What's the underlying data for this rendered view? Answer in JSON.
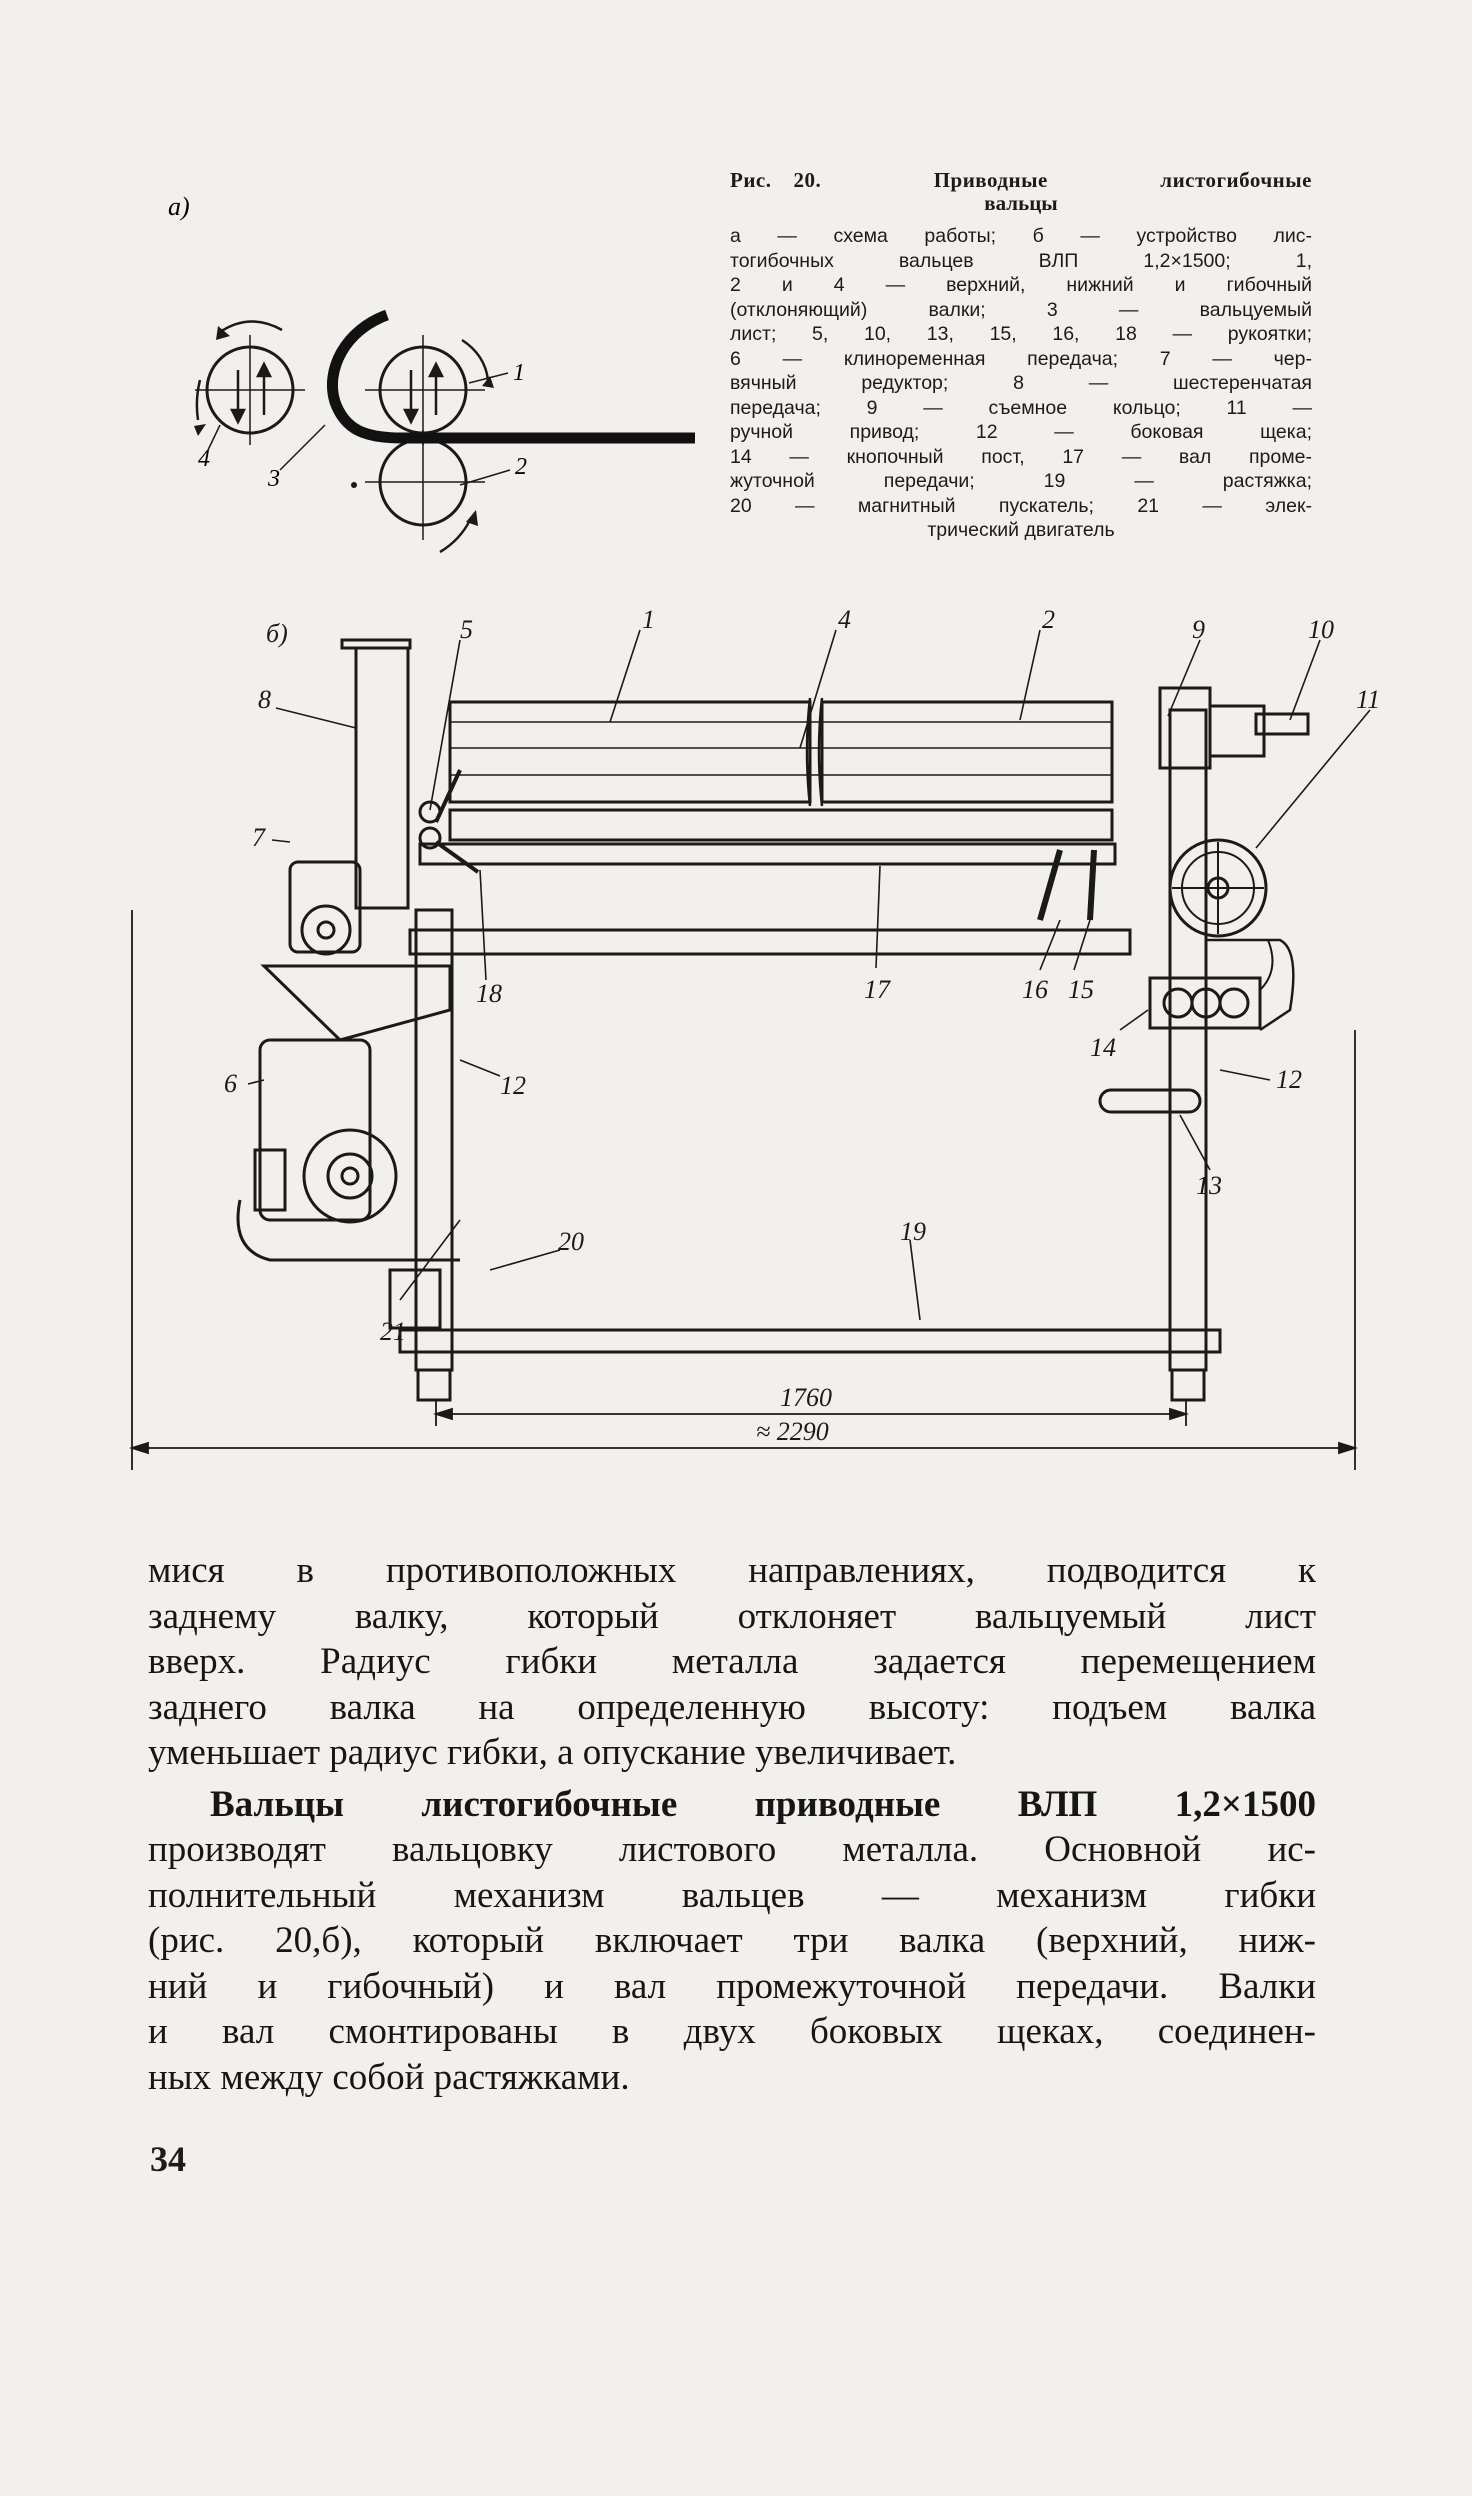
{
  "caption": {
    "title_prefix": "Рис.",
    "title_number": "20.",
    "title_word1": "Приводные",
    "title_word2": "листогибочные",
    "title_line2": "вальцы",
    "lines": [
      "а — схема работы; б — устройство лис-",
      "тогибочных вальцев ВЛП 1,2×1500; 1,",
      "2 и 4 — верхний, нижний и гибочный",
      "(отклоняющий) валки; 3 — вальцуемый",
      "лист; 5, 10, 13, 15, 16, 18 — рукоятки;",
      "6 — клиноременная передача; 7 — чер-",
      "вячный редуктор; 8 — шестеренчатая",
      "передача; 9 — съемное кольцо; 11 —",
      "ручной привод; 12 — боковая щека;",
      "14 — кнопочный пост, 17 — вал проме-",
      "жуточной передачи; 19 — растяжка;",
      "20 — магнитный пускатель; 21 — элек-",
      "трический двигатель"
    ]
  },
  "figure_a": {
    "panel_label": "а)",
    "labels": {
      "l1": "1",
      "l2": "2",
      "l3": "3",
      "l4": "4"
    }
  },
  "figure_b": {
    "panel_label": "б)",
    "labels": {
      "l1": "1",
      "l2": "2",
      "l4": "4",
      "l5": "5",
      "l6": "6",
      "l7": "7",
      "l8": "8",
      "l9": "9",
      "l10": "10",
      "l11": "11",
      "l12a": "12",
      "l12b": "12",
      "l13": "13",
      "l14": "14",
      "l15": "15",
      "l16": "16",
      "l17": "17",
      "l18": "18",
      "l19": "19",
      "l20": "20",
      "l21": "21"
    },
    "dim_inner": "1760",
    "dim_outer": "≈ 2290"
  },
  "body": {
    "p1": [
      "мися в противоположных направлениях, подводится к",
      "заднему валку, который отклоняет вальцуемый лист",
      "вверх. Радиус гибки металла задается перемещением",
      "заднего валка на определенную высоту: подъем валка",
      "уменьшает радиус гибки, а опускание увеличивает."
    ],
    "p2_lead_bold": "Вальцы листогибочные приводные",
    "p2_lead_model": "ВЛП 1,2×1500",
    "p2": [
      "производят вальцовку листового металла. Основной ис-",
      "полнительный механизм вальцев — механизм гибки",
      "(рис. 20,б), который включает три валка (верхний, ниж-",
      "ний и гибочный) и вал промежуточной передачи. Валки",
      "и вал смонтированы в двух боковых щеках, соединен-",
      "ных между собой растяжками."
    ]
  },
  "page_number": "34"
}
